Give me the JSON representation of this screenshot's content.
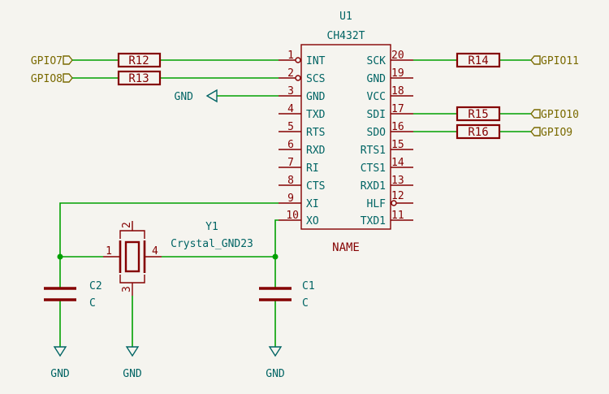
{
  "u1": {
    "ref": "U1",
    "value": "CH432T",
    "footprint_label": "NAME",
    "left_pins": [
      {
        "num": "1",
        "name": "INT"
      },
      {
        "num": "2",
        "name": "SCS"
      },
      {
        "num": "3",
        "name": "GND"
      },
      {
        "num": "4",
        "name": "TXD"
      },
      {
        "num": "5",
        "name": "RTS"
      },
      {
        "num": "6",
        "name": "RXD"
      },
      {
        "num": "7",
        "name": "RI"
      },
      {
        "num": "8",
        "name": "CTS"
      },
      {
        "num": "9",
        "name": "XI"
      },
      {
        "num": "10",
        "name": "XO"
      }
    ],
    "right_pins": [
      {
        "num": "20",
        "name": "SCK"
      },
      {
        "num": "19",
        "name": "GND"
      },
      {
        "num": "18",
        "name": "VCC"
      },
      {
        "num": "17",
        "name": "SDI"
      },
      {
        "num": "16",
        "name": "SDO"
      },
      {
        "num": "15",
        "name": "RTS1"
      },
      {
        "num": "14",
        "name": "CTS1"
      },
      {
        "num": "13",
        "name": "RXD1"
      },
      {
        "num": "12",
        "name": "HLF"
      },
      {
        "num": "11",
        "name": "TXD1"
      }
    ]
  },
  "resistors": {
    "r12": "R12",
    "r13": "R13",
    "r14": "R14",
    "r15": "R15",
    "r16": "R16"
  },
  "ports": {
    "gpio7": "GPIO7",
    "gpio8": "GPIO8",
    "gpio11": "GPIO11",
    "gpio10": "GPIO10",
    "gpio9": "GPIO9"
  },
  "gnd_label": "GND",
  "y1": {
    "ref": "Y1",
    "value": "Crystal_GND23",
    "pins": {
      "p1": "1",
      "p2": "2",
      "p3": "3",
      "p4": "4"
    }
  },
  "c1": {
    "ref": "C1",
    "value": "C"
  },
  "c2": {
    "ref": "C2",
    "value": "C"
  }
}
